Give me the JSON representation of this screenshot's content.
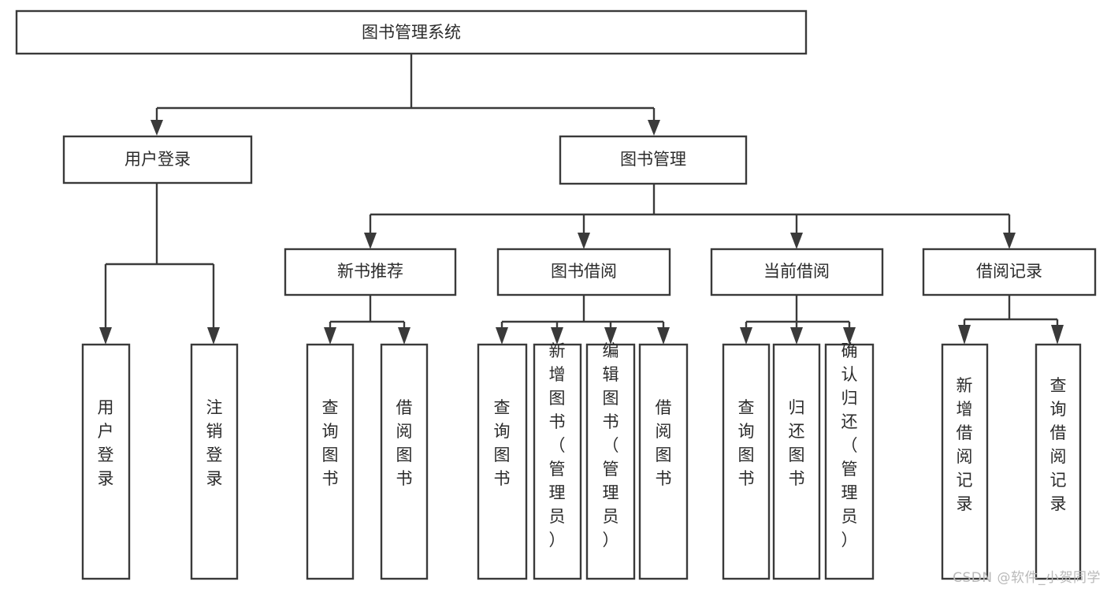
{
  "diagram": {
    "type": "tree-hierarchy",
    "title": "图书管理系统",
    "watermark": "CSDN @软件_小贺同学",
    "colors": {
      "stroke": "#3a3a3a",
      "fill": "#ffffff",
      "text": "#2b2b2b",
      "watermark": "#b9b9b9"
    },
    "root": {
      "label": "图书管理系统"
    },
    "level2": [
      {
        "label": "用户登录"
      },
      {
        "label": "图书管理"
      }
    ],
    "level3": [
      {
        "label": "新书推荐"
      },
      {
        "label": "图书借阅"
      },
      {
        "label": "当前借阅"
      },
      {
        "label": "借阅记录"
      }
    ],
    "leaves": {
      "user_login": [
        {
          "label": "用户登录"
        },
        {
          "label": "注销登录"
        }
      ],
      "new_book_recommend": [
        {
          "label": "查询图书"
        },
        {
          "label": "借阅图书"
        }
      ],
      "book_borrow": [
        {
          "label": "查询图书"
        },
        {
          "label": "新增图书（管理员）"
        },
        {
          "label": "编辑图书（管理员）"
        },
        {
          "label": "借阅图书"
        }
      ],
      "current_borrow": [
        {
          "label": "查询图书"
        },
        {
          "label": "归还图书"
        },
        {
          "label": "确认归还（管理员）"
        }
      ],
      "borrow_record": [
        {
          "label": "新增借阅记录"
        },
        {
          "label": "查询借阅记录"
        }
      ]
    }
  }
}
